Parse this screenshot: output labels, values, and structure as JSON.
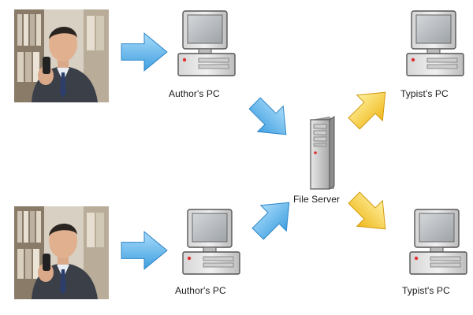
{
  "nodes": {
    "author_pc_top": {
      "label": "Author's PC"
    },
    "author_pc_bottom": {
      "label": "Author's PC"
    },
    "file_server": {
      "label": "File Server"
    },
    "typist_pc_top": {
      "label": "Typist's PC"
    },
    "typist_pc_bottom": {
      "label": "Typist's PC"
    }
  },
  "icons": {
    "author_photo": "person-dictating-photo",
    "computer": "desktop-computer-icon",
    "server": "tower-server-icon"
  },
  "colors": {
    "inbound_arrow": "#5fb4ea",
    "outbound_arrow": "#f4c430"
  }
}
